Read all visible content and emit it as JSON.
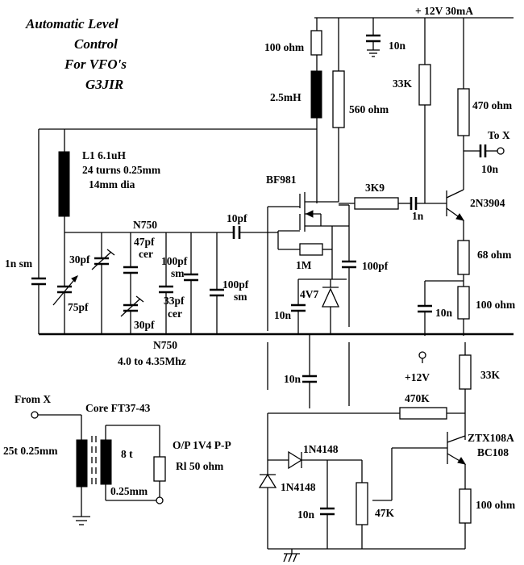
{
  "title": [
    "Automatic Level",
    "Control",
    "For VFO's",
    "G3JIR"
  ],
  "supply": "+ 12V 30mA",
  "components": {
    "r100": "100 ohm",
    "c10n_top": "10n",
    "l25": "2.5mH",
    "r33k_top": "33K",
    "r560": "560 ohm",
    "r470": "470 ohm",
    "to_x": "To X",
    "c10n_tox": "10n",
    "l1_a": "L1 6.1uH",
    "l1_b": "24 turns 0.25mm",
    "l1_c": "14mm dia",
    "bf981": "BF981",
    "r3k9": "3K9",
    "c1n": "1n",
    "q2n3904": "2N3904",
    "n750_a": "N750",
    "c10pf": "10pf",
    "c47pf_a": "47pf",
    "c47pf_b": "cer",
    "c30pf_a": "30pf",
    "c100pf_sm_a": "100pf",
    "c100pf_sm_b": "sm",
    "r1m": "1M",
    "c100pf_b": "100pf",
    "r68": "68 ohm",
    "c1n_sm": "1n sm",
    "c75pf": "75pf",
    "c33pf_a": "33pf",
    "c33pf_b": "cer",
    "c100pf_sm2_a": "100pf",
    "c100pf_sm2_b": "sm",
    "z4v7": "4V7",
    "c10n_z": "10n",
    "c10n_68": "10n",
    "r100_b": "100 ohm",
    "c30pf_b": "30pf",
    "n750_b": "N750",
    "freq": "4.0 to 4.35Mhz",
    "c10n_mid": "10n",
    "plus12": "+12V",
    "r33k_b": "33K",
    "from_x": "From X",
    "core": "Core FT37-43",
    "r470k": "470K",
    "t25": "25t 0.25mm",
    "t8": "8 t",
    "op": "O/P 1V4 P-P",
    "rl": "Rl 50 ohm",
    "ztx_a": "ZTX108A",
    "ztx_b": "BC108",
    "d1": "1N4148",
    "d2": "1N4148",
    "w025": "0.25mm",
    "c10n_bot": "10n",
    "r47k": "47K",
    "r100_c": "100 ohm"
  }
}
